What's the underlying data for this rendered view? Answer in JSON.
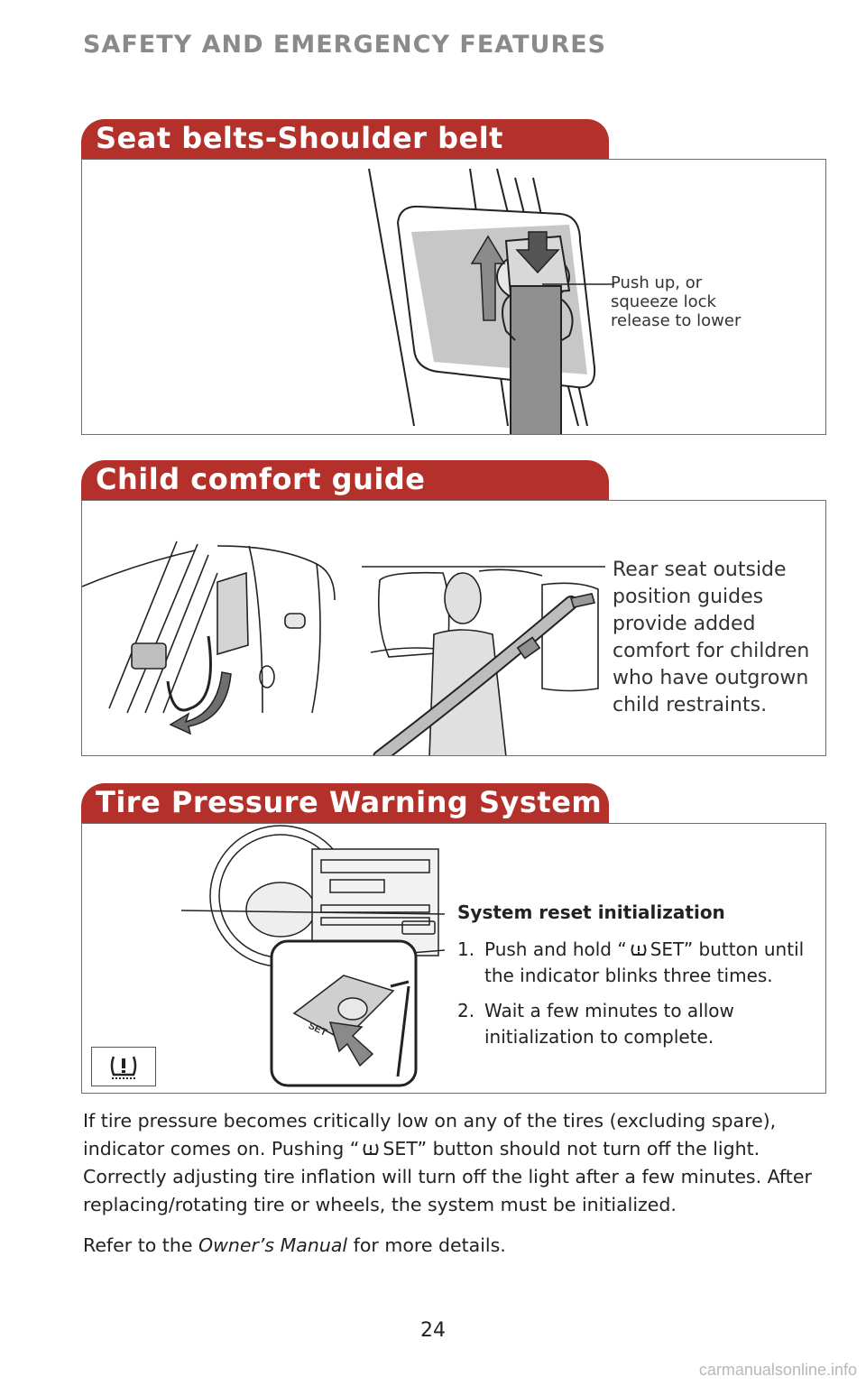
{
  "header": {
    "title": "SAFETY AND EMERGENCY FEATURES"
  },
  "sections": [
    {
      "title": "Seat belts-Shoulder belt anchor",
      "callout_lines": [
        "Push up, or",
        "squeeze lock",
        "release to lower"
      ]
    },
    {
      "title": "Child comfort guide",
      "callout_lines": [
        "Rear seat outside",
        "position guides",
        "provide added",
        "comfort for children",
        "who have outgrown",
        "child restraints."
      ]
    },
    {
      "title": "Tire Pressure Warning System reset",
      "heading": "System reset initialization",
      "steps": [
        {
          "num": "1.",
          "before_icon": "Push and hold “",
          "after_icon": "SET” button until the indicator blinks three times."
        },
        {
          "num": "2.",
          "text": "Wait a few minutes to allow initialization to complete."
        }
      ],
      "switch_label": "SET"
    }
  ],
  "body": {
    "p1_before": "If tire pressure becomes critically low on any of the tires (excluding spare), indicator comes on. Pushing “",
    "p1_after": "SET” button should not turn off the light. Correctly adjusting tire inflation will turn off the light after a few minutes. After replacing/rotating tire or wheels, the system must be initialized.",
    "p2_before": "Refer to the ",
    "p2_italic": "Owner’s Manual",
    "p2_after": " for more details."
  },
  "page_number": "24",
  "watermark": "carmanualsonline.info",
  "icons": [
    "tpms-warning-icon",
    "arrow-up-icon",
    "arrow-down-icon",
    "curved-arrow-icon"
  ],
  "colors": {
    "section_tab": "#b3312a",
    "header_text": "#8a8a8a"
  }
}
